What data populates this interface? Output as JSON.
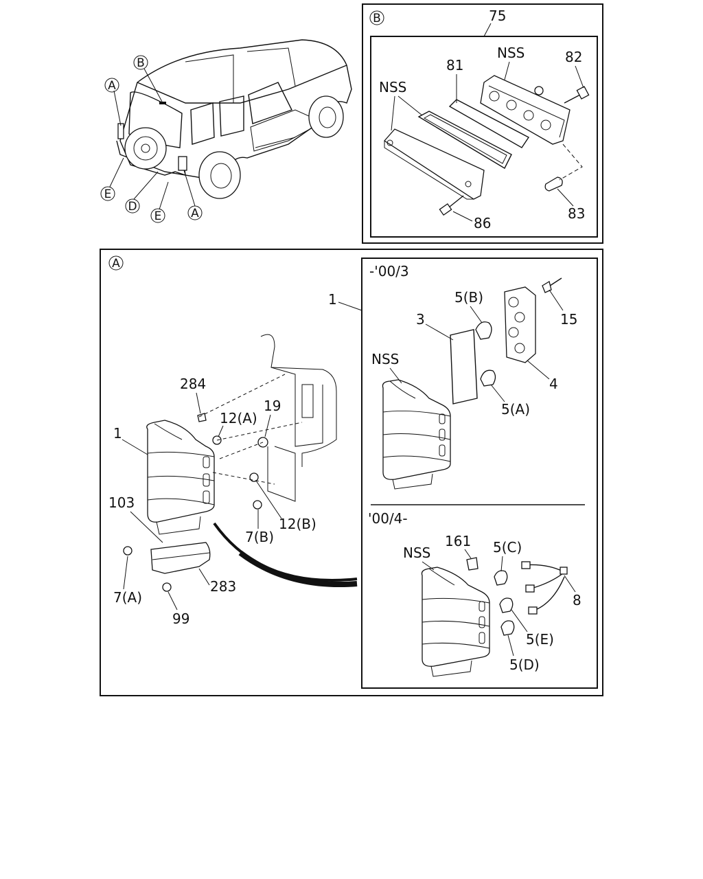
{
  "view_markers": {
    "b_panel": "B",
    "a_panel": "A",
    "car": [
      "A",
      "B",
      "A",
      "E",
      "D",
      "E"
    ]
  },
  "panel_b": {
    "labels": {
      "assembly": "75",
      "lens_gasket": "81",
      "nss_top": "NSS",
      "nss_left": "NSS",
      "screw": "82",
      "bulb": "83",
      "bolt": "86"
    }
  },
  "panel_a": {
    "main_labels": {
      "lamp": "1",
      "lamp_ref": "1",
      "screw_top": "284",
      "nut_a": "12(A)",
      "grommet": "19",
      "nut_b": "12(B)",
      "screw_b": "7(B)",
      "bracket": "103",
      "screw_a": "7(A)",
      "reflector": "283",
      "screw_bottom": "99"
    },
    "early": {
      "period": "-'00/3",
      "labels": {
        "bulb_b": "5(B)",
        "screw": "15",
        "gasket": "3",
        "nss": "NSS",
        "socket_plate": "4",
        "bulb_a": "5(A)"
      }
    },
    "late": {
      "period": "'00/4-",
      "labels": {
        "nss": "NSS",
        "clip": "161",
        "bulb_c": "5(C)",
        "harness": "8",
        "bulb_e": "5(E)",
        "bulb_d": "5(D)"
      }
    }
  }
}
